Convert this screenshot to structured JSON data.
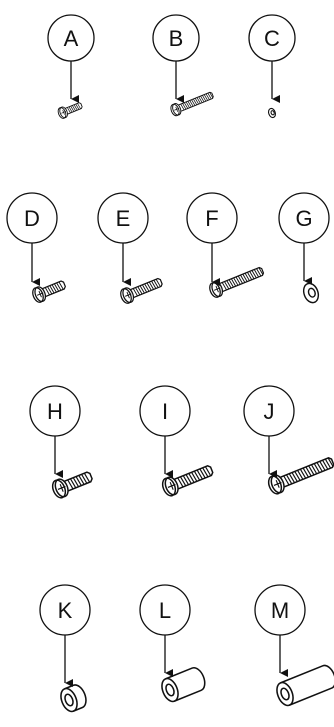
{
  "parts": [
    {
      "label": "A",
      "kind": "screw",
      "size": "short"
    },
    {
      "label": "B",
      "kind": "screw",
      "size": "long"
    },
    {
      "label": "C",
      "kind": "washer",
      "size": "small"
    },
    {
      "label": "D",
      "kind": "screw",
      "size": "short"
    },
    {
      "label": "E",
      "kind": "screw",
      "size": "medium"
    },
    {
      "label": "F",
      "kind": "screw",
      "size": "long"
    },
    {
      "label": "G",
      "kind": "washer",
      "size": "large"
    },
    {
      "label": "H",
      "kind": "screw",
      "size": "short"
    },
    {
      "label": "I",
      "kind": "screw",
      "size": "medium"
    },
    {
      "label": "J",
      "kind": "screw",
      "size": "long"
    },
    {
      "label": "K",
      "kind": "spacer",
      "size": "short"
    },
    {
      "label": "L",
      "kind": "spacer",
      "size": "medium"
    },
    {
      "label": "M",
      "kind": "spacer",
      "size": "long"
    }
  ],
  "colors": {
    "line": "#111111",
    "background": "#ffffff"
  }
}
